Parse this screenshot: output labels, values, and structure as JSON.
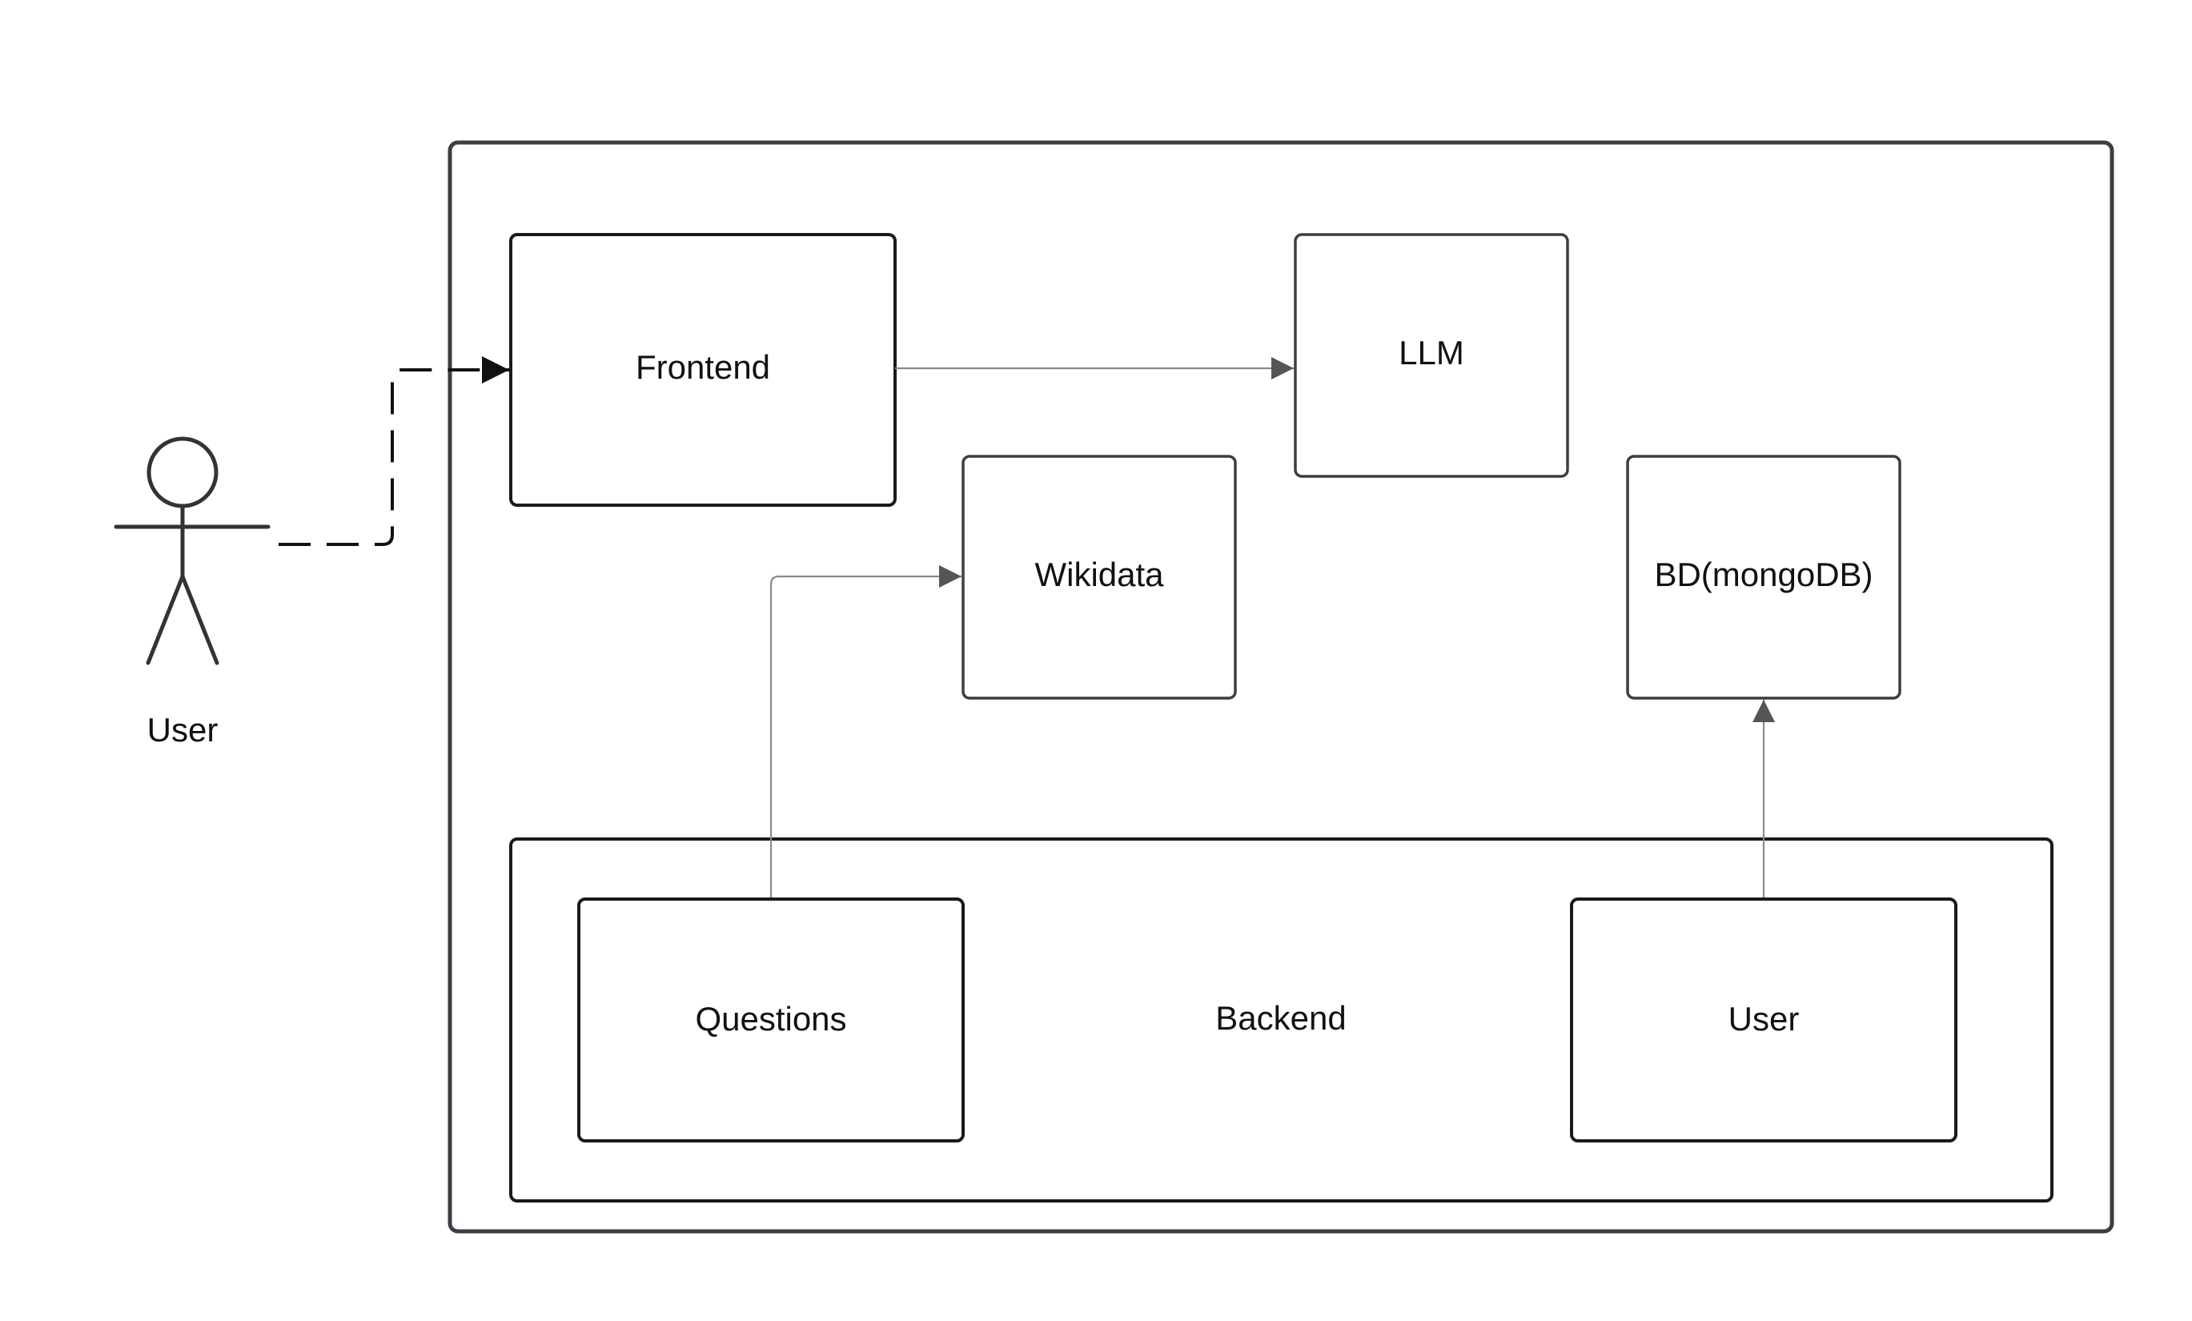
{
  "diagram": {
    "actor": {
      "label": "User"
    },
    "nodes": {
      "frontend": {
        "label": "Frontend"
      },
      "llm": {
        "label": "LLM"
      },
      "wikidata": {
        "label": "Wikidata"
      },
      "database": {
        "label": "BD(mongoDB)"
      },
      "backend": {
        "label": "Backend"
      },
      "questions": {
        "label": "Questions"
      },
      "user_service": {
        "label": "User"
      }
    },
    "edges": [
      {
        "from": "actor",
        "to": "frontend",
        "style": "dashed"
      },
      {
        "from": "frontend",
        "to": "llm",
        "style": "solid"
      },
      {
        "from": "questions",
        "to": "wikidata",
        "style": "solid"
      },
      {
        "from": "user_service",
        "to": "database",
        "style": "solid"
      }
    ],
    "colors": {
      "outer_border": "#3a3f45",
      "box_border": "#1a1a1a",
      "soft_border": "#3a3f45",
      "connector": "#8a8a8a",
      "arrowhead": "#555555",
      "actor_stroke": "#333333"
    }
  }
}
